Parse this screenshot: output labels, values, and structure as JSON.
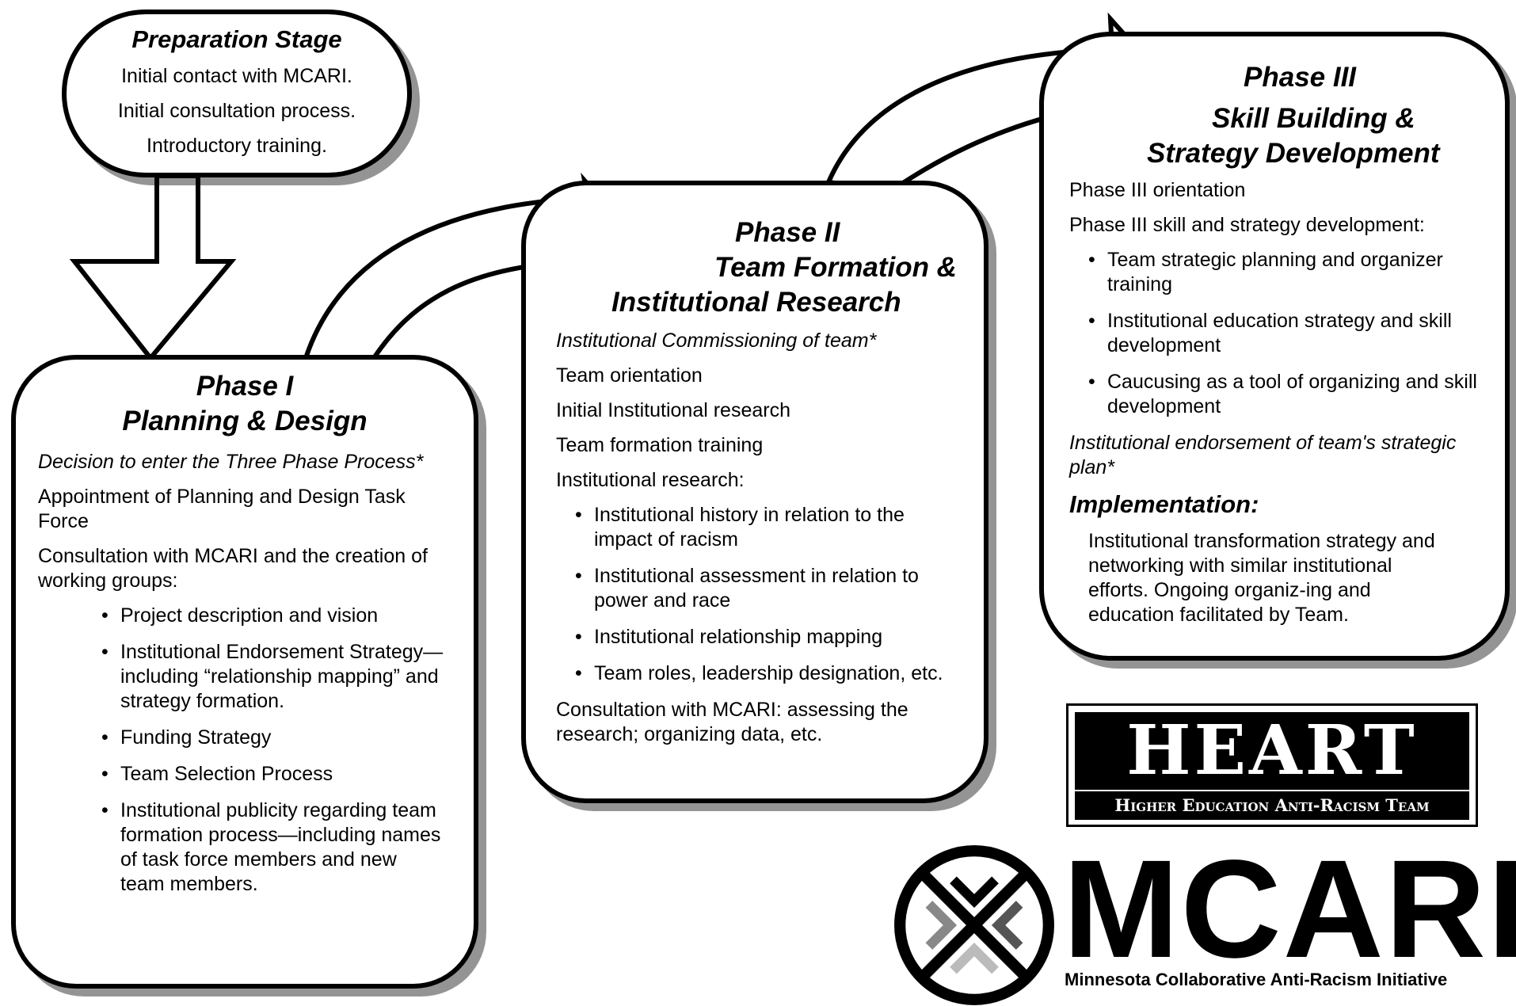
{
  "preparation": {
    "title": "Preparation Stage",
    "lines": [
      "Initial contact with MCARI.",
      "Initial consultation process.",
      "Introductory training."
    ]
  },
  "phase1": {
    "title": "Phase I",
    "subtitle": "Planning & Design",
    "decision": "Decision to enter the Three Phase Process*",
    "appointment": "Appointment of Planning and Design Task Force",
    "consultation": "Consultation with MCARI and the creation of working groups:",
    "bullets": [
      "Project description and vision",
      "Institutional Endorsement Strategy—including “relationship mapping” and strategy formation.",
      "Funding Strategy",
      "Team Selection Process",
      "Institutional publicity regarding team formation process—including names of task force members and new team members."
    ]
  },
  "phase2": {
    "title": "Phase II",
    "subtitle_line1": "Team Formation &",
    "subtitle_line2": "Institutional Research",
    "commissioning": "Institutional Commissioning of team*",
    "items": [
      "Team orientation",
      "Initial Institutional research",
      "Team formation training",
      "Institutional research:"
    ],
    "bullets": [
      "Institutional history in relation to the impact of racism",
      "Institutional assessment in relation to power and race",
      "Institutional relationship mapping",
      "Team roles, leadership designation, etc."
    ],
    "consultation": "Consultation with MCARI: assessing the research; organizing data, etc."
  },
  "phase3": {
    "title": "Phase III",
    "subtitle_line1": "Skill Building &",
    "subtitle_line2": "Strategy Development",
    "items": [
      "Phase III orientation",
      "Phase III skill and strategy development:"
    ],
    "bullets": [
      "Team strategic planning and organizer training",
      "Institutional education strategy and skill development",
      "Caucusing as a tool of organizing and skill development"
    ],
    "endorsement": "Institutional endorsement of team's strategic plan*",
    "implementation_heading": "Implementation:",
    "implementation_text": "Institutional transformation strategy and networking with similar institutional efforts. Ongoing organiz-ing and education facilitated by Team."
  },
  "heart_logo": {
    "word": "HEART",
    "subtitle": "Higher Education Anti-Racism Team"
  },
  "mcari_logo": {
    "word": "MCARI",
    "subtitle": "Minnesota Collaborative Anti-Racism Initiative"
  }
}
